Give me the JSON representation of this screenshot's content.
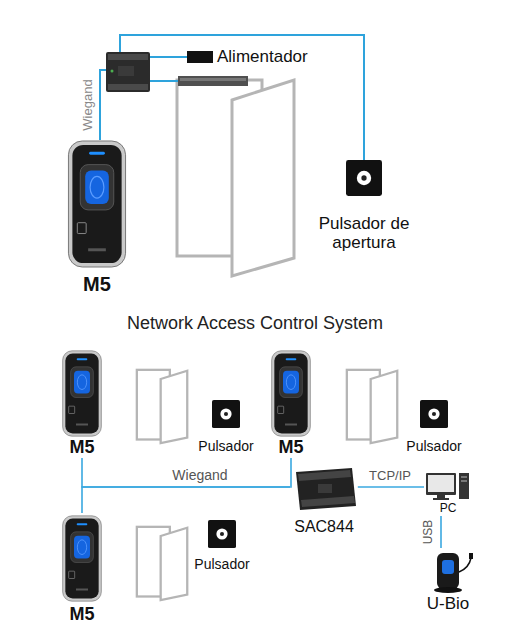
{
  "diagram": {
    "title": "Network Access Control System",
    "nodes": [
      {
        "text": [
          "Alimentador"
        ]
      },
      {
        "text": [
          "Pulsador de apertura"
        ]
      },
      {
        "text": [
          "M5"
        ]
      },
      {
        "text": [
          "M5"
        ]
      },
      {
        "text": [
          "Pulsador"
        ]
      },
      {
        "text": [
          "M5"
        ]
      },
      {
        "text": [
          "Pulsador"
        ]
      },
      {
        "text": [
          "SAC844"
        ]
      },
      {
        "text": [
          "PC"
        ]
      },
      {
        "text": [
          "M5"
        ]
      },
      {
        "text": [
          "Pulsador"
        ]
      },
      {
        "text": [
          "U-Bio"
        ]
      }
    ],
    "edges": [
      {
        "from": 3,
        "to": 7,
        "arrow": "none",
        "label": "Wiegand"
      },
      {
        "from": 5,
        "to": 7,
        "arrow": "none"
      },
      {
        "from": 9,
        "to": 7,
        "arrow": "none"
      },
      {
        "from": 7,
        "to": 8,
        "arrow": "none",
        "label": "TCP/IP"
      },
      {
        "from": 8,
        "to": 11,
        "arrow": "none",
        "label": "USB"
      }
    ],
    "labels": [
      "Wiegand"
    ]
  }
}
